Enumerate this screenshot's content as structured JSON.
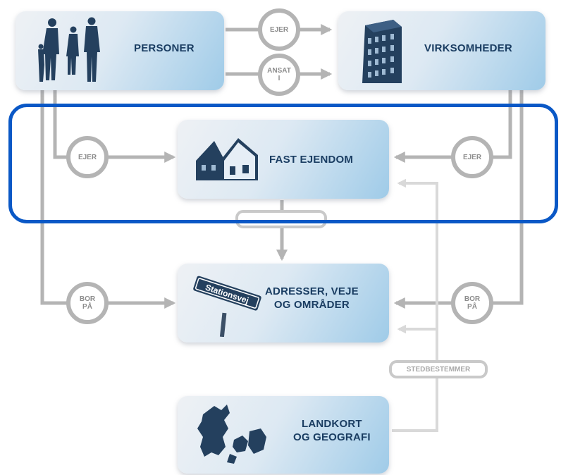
{
  "nodes": {
    "personer": "PERSONER",
    "virksomheder": "VIRKSOMHEDER",
    "fast_ejendom": "FAST EJENDOM",
    "adresser_line1": "ADRESSER, VEJE",
    "adresser_line2": "OG OMRÅDER",
    "landkort_line1": "LANDKORT",
    "landkort_line2": "OG GEOGRAFI"
  },
  "relations": {
    "ejer_top": "EJER",
    "ansat_i": "ANSAT\nI",
    "ejer_left": "EJER",
    "ejer_right": "EJER",
    "bor_pa_left": "BOR\nPÅ",
    "bor_pa_right": "BOR\nPÅ",
    "stedbestemmer": "STEDBESTEMMER"
  },
  "sign_text": "Stationsvej",
  "colors": {
    "highlight": "#0a58c6",
    "node_text": "#1a3d62",
    "connector": "#b4b4b4",
    "connector_light": "#d6d6d6"
  }
}
